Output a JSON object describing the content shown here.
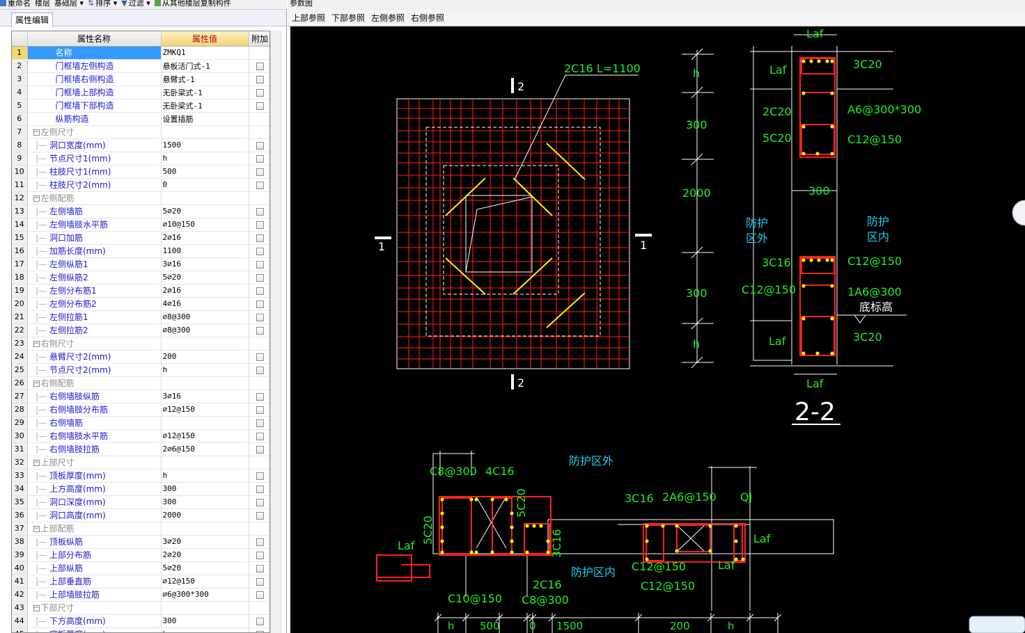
{
  "toolbar": {
    "items": [
      "重命名",
      "楼层",
      "基础层",
      "排序",
      "过滤",
      "从其他楼层复制构件"
    ]
  },
  "left_panel": {
    "tab": "属性编辑",
    "columns": [
      "属性名称",
      "属性值",
      "附加"
    ],
    "rows": [
      {
        "n": "1",
        "name": "名称",
        "value": "ZMKQ1",
        "check": false
      },
      {
        "n": "2",
        "name": "门框墙左侧构造",
        "value": "悬板活门式-1",
        "check": true
      },
      {
        "n": "3",
        "name": "门框墙右侧构造",
        "value": "悬臂式-1",
        "check": true
      },
      {
        "n": "4",
        "name": "门框墙上部构造",
        "value": "无卧梁式-1",
        "check": true
      },
      {
        "n": "5",
        "name": "门框墙下部构造",
        "value": "无卧梁式-1",
        "check": true
      },
      {
        "n": "6",
        "name": "纵筋构造",
        "value": "设置插筋",
        "check": false
      },
      {
        "n": "7",
        "name": "左侧尺寸",
        "value": "",
        "group": true
      },
      {
        "n": "8",
        "name": "洞口宽度(mm)",
        "value": "1500",
        "check": true
      },
      {
        "n": "9",
        "name": "节点尺寸1(mm)",
        "value": "h",
        "check": true
      },
      {
        "n": "10",
        "name": "柱肢尺寸1(mm)",
        "value": "500",
        "check": true
      },
      {
        "n": "11",
        "name": "柱肢尺寸2(mm)",
        "value": "0",
        "check": true
      },
      {
        "n": "12",
        "name": "左侧配筋",
        "value": "",
        "group": true
      },
      {
        "n": "13",
        "name": "左侧墙筋",
        "value": "5⌀20",
        "check": true
      },
      {
        "n": "14",
        "name": "左侧墙肢水平筋",
        "value": "⌀10@150",
        "check": true
      },
      {
        "n": "15",
        "name": "洞口加筋",
        "value": "2⌀16",
        "check": true
      },
      {
        "n": "16",
        "name": "加筋长度(mm)",
        "value": "1100",
        "check": true
      },
      {
        "n": "17",
        "name": "左侧纵筋1",
        "value": "3⌀16",
        "check": true
      },
      {
        "n": "18",
        "name": "左侧纵筋2",
        "value": "5⌀20",
        "check": true
      },
      {
        "n": "19",
        "name": "左侧分布筋1",
        "value": "2⌀16",
        "check": true
      },
      {
        "n": "20",
        "name": "左侧分布筋2",
        "value": "4⌀16",
        "check": true
      },
      {
        "n": "21",
        "name": "左侧拉筋1",
        "value": "⌀8@300",
        "check": true
      },
      {
        "n": "22",
        "name": "左侧拉筋2",
        "value": "⌀8@300",
        "check": true
      },
      {
        "n": "23",
        "name": "右侧尺寸",
        "value": "",
        "group": true
      },
      {
        "n": "24",
        "name": "悬臂尺寸2(mm)",
        "value": "200",
        "check": true
      },
      {
        "n": "25",
        "name": "节点尺寸2(mm)",
        "value": "h",
        "check": true
      },
      {
        "n": "26",
        "name": "右侧配筋",
        "value": "",
        "group": true
      },
      {
        "n": "27",
        "name": "右侧墙肢纵筋",
        "value": "3⌀16",
        "check": true
      },
      {
        "n": "28",
        "name": "右侧墙肢分布筋",
        "value": "⌀12@150",
        "check": true
      },
      {
        "n": "29",
        "name": "右侧墙筋",
        "value": "",
        "check": true
      },
      {
        "n": "30",
        "name": "右侧墙肢水平筋",
        "value": "⌀12@150",
        "check": true
      },
      {
        "n": "31",
        "name": "右侧墙肢拉筋",
        "value": "2⌀6@150",
        "check": true
      },
      {
        "n": "32",
        "name": "上部尺寸",
        "value": "",
        "group": true
      },
      {
        "n": "33",
        "name": "顶板厚度(mm)",
        "value": "h",
        "check": true
      },
      {
        "n": "34",
        "name": "上方高度(mm)",
        "value": "300",
        "check": true
      },
      {
        "n": "35",
        "name": "洞口深度(mm)",
        "value": "300",
        "check": true
      },
      {
        "n": "36",
        "name": "洞口高度(mm)",
        "value": "2000",
        "check": true
      },
      {
        "n": "37",
        "name": "上部配筋",
        "value": "",
        "group": true
      },
      {
        "n": "38",
        "name": "顶板纵筋",
        "value": "3⌀20",
        "check": true
      },
      {
        "n": "39",
        "name": "上部分布筋",
        "value": "2⌀20",
        "check": true
      },
      {
        "n": "40",
        "name": "上部纵筋",
        "value": "5⌀20",
        "check": true
      },
      {
        "n": "41",
        "name": "上部垂直筋",
        "value": "⌀12@150",
        "check": true
      },
      {
        "n": "42",
        "name": "上部墙肢拉筋",
        "value": "⌀6@300*300",
        "check": true
      },
      {
        "n": "43",
        "name": "下部尺寸",
        "value": "",
        "group": true
      },
      {
        "n": "44",
        "name": "下方高度(mm)",
        "value": "300",
        "check": true
      },
      {
        "n": "45",
        "name": "底板厚度(mm)",
        "value": "h",
        "check": true
      }
    ]
  },
  "right_panel": {
    "title": "参数图",
    "tabs": [
      "上部参照",
      "下部参照",
      "左侧参照",
      "右侧参照"
    ]
  },
  "drawing": {
    "elev_label_2": "2",
    "elev_label_1": "1",
    "rebar_note": "2C16",
    "rebar_length": "L=1100",
    "dims_vertical": [
      "h",
      "300",
      "2000",
      "300",
      "h"
    ],
    "section_title": "2-2",
    "section_labels": {
      "laf": "Laf",
      "c20_3": "3C20",
      "c20_2": "2C20",
      "a6": "A6@300*300",
      "c20_5": "5C20",
      "c12": "C12@150",
      "dim300": "300",
      "outside": "防护\n区外",
      "inside": "防护\n区内",
      "c16_3": "3C16",
      "c12b": "C12@150",
      "c12c": "C12@150",
      "a6b": "1A6@300",
      "bottom": "底标高",
      "c20_3b": "3C20"
    },
    "plan_labels": {
      "outside": "防护区外",
      "inside": "防护区内",
      "c8": "C8@300",
      "c16_4": "4C16",
      "c20_5a": "5C20",
      "c20_5b": "5C20",
      "c16_3": "3C16",
      "laf": "Laf",
      "c16_2": "2C16",
      "c10": "C10@150",
      "c8b": "C8@300",
      "c16_3b": "3C16",
      "a6": "2A6@150",
      "qj": "QJ",
      "laf2": "Laf",
      "c12a": "C12@150",
      "laf3": "Laf",
      "c12b": "C12@150",
      "dims_bottom": [
        "h",
        "500",
        "0",
        "1500",
        "200",
        "h"
      ]
    }
  },
  "colors": {
    "rebar": "#ff2020",
    "tie": "#ffee00",
    "label": "#22ee22",
    "zone": "#22ccee",
    "line": "#ffffff"
  }
}
